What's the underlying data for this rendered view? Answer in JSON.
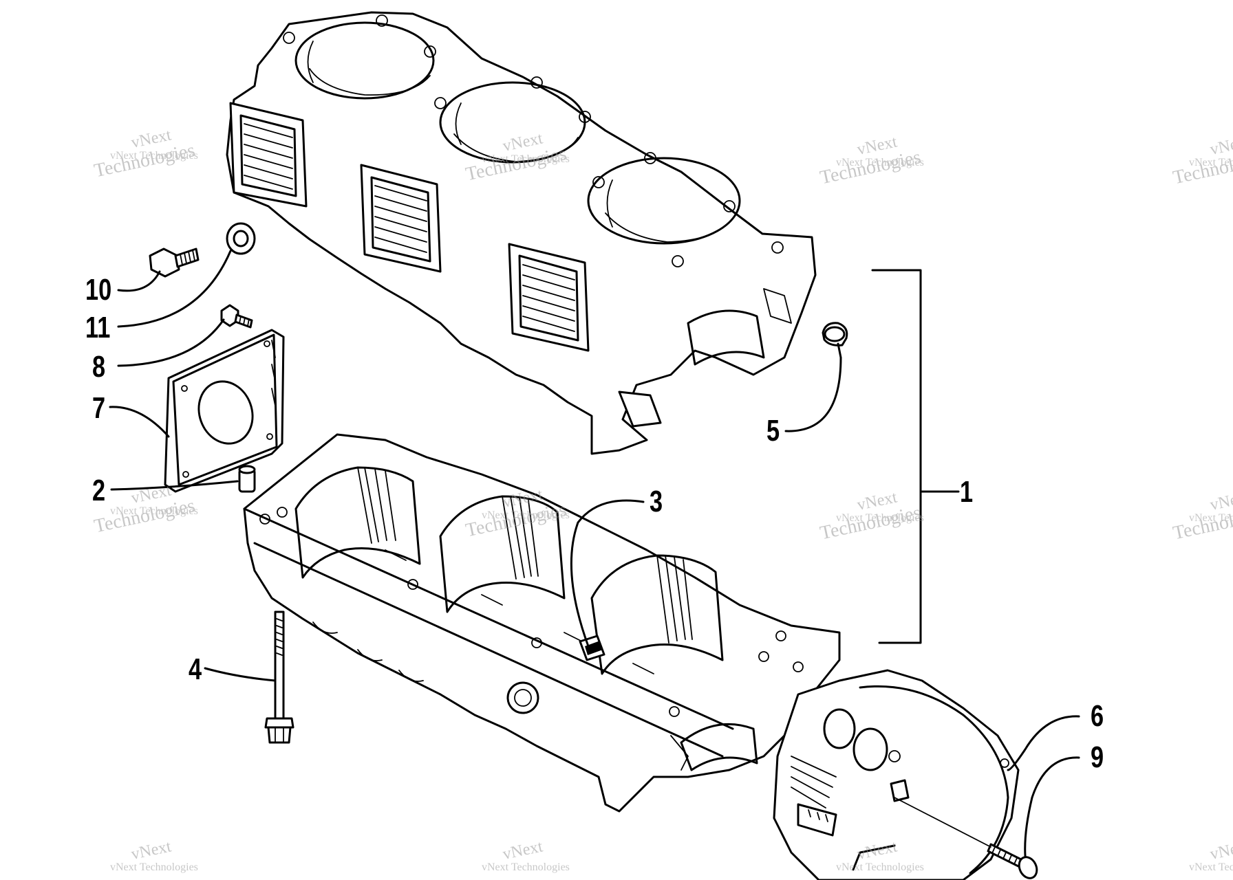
{
  "callouts": [
    {
      "id": "1",
      "label": "1"
    },
    {
      "id": "2",
      "label": "2"
    },
    {
      "id": "3",
      "label": "3"
    },
    {
      "id": "4",
      "label": "4"
    },
    {
      "id": "5",
      "label": "5"
    },
    {
      "id": "6",
      "label": "6"
    },
    {
      "id": "7",
      "label": "7"
    },
    {
      "id": "8",
      "label": "8"
    },
    {
      "id": "9",
      "label": "9"
    },
    {
      "id": "10",
      "label": "10"
    },
    {
      "id": "11",
      "label": "11"
    }
  ],
  "watermark": {
    "line1": "vNext",
    "line2": "vNext Technologies",
    "line3": "Technologies"
  }
}
